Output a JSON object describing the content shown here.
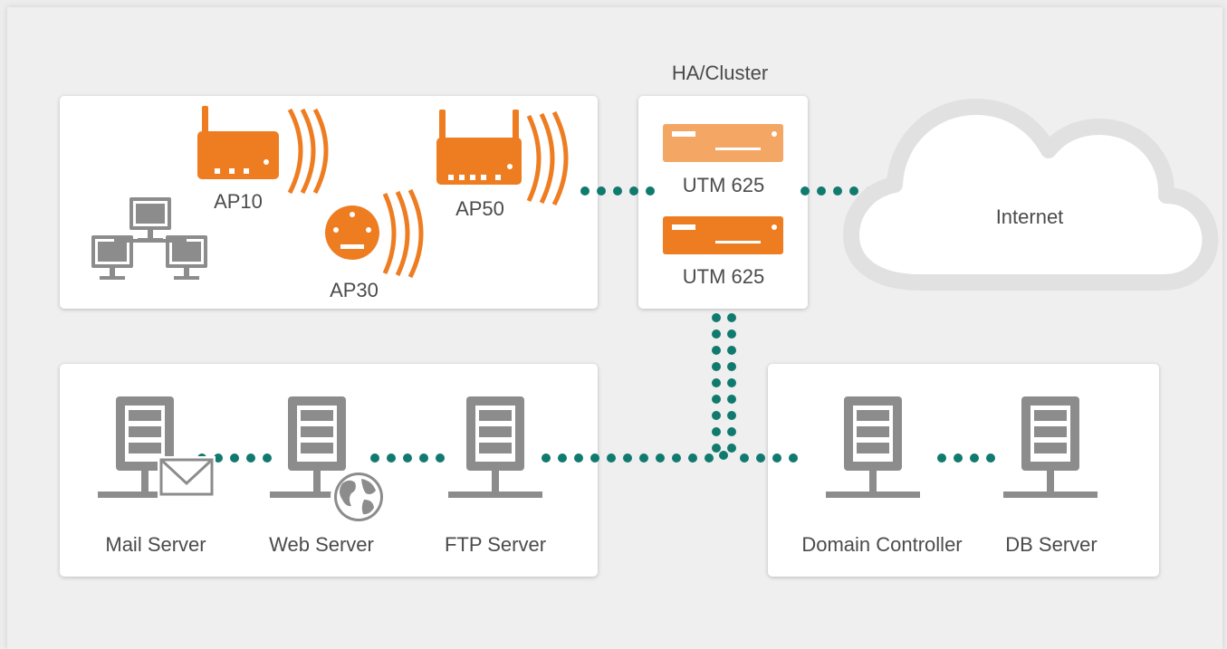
{
  "colors": {
    "accent_orange": "#ee7d22",
    "accent_orange_light": "#f4a765",
    "link_teal": "#117a6e",
    "server_gray": "#8c8c8c",
    "panel_white": "#ffffff",
    "background": "#efefef"
  },
  "cluster": {
    "title": "HA/Cluster",
    "utm_primary": "UTM 625",
    "utm_secondary": "UTM 625"
  },
  "wireless": {
    "ap10": "AP10",
    "ap30": "AP30",
    "ap50": "AP50"
  },
  "internet": {
    "label": "Internet"
  },
  "dmz": {
    "mail": "Mail Server",
    "web": "Web Server",
    "ftp": "FTP Server"
  },
  "lan": {
    "domain_controller": "Domain Controller",
    "db": "DB Server"
  },
  "icons": [
    "router-icon",
    "access-point-icon",
    "firewall-appliance-icon",
    "cloud-icon",
    "server-icon",
    "mail-icon",
    "globe-icon",
    "workstation-icon"
  ]
}
